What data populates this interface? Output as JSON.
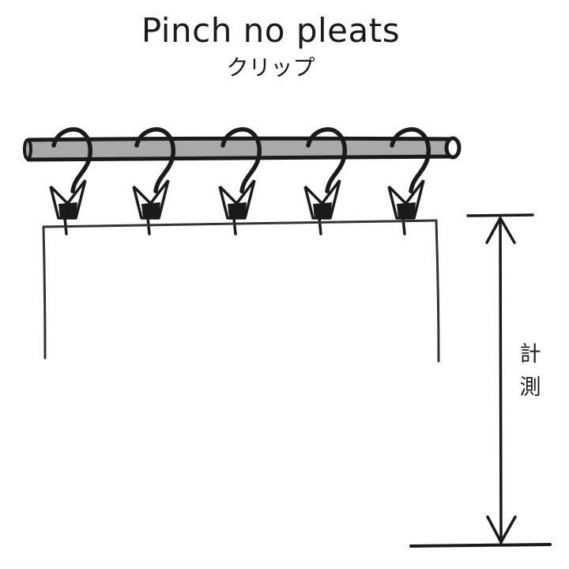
{
  "title": "Pinch no pleats",
  "subtitle": "クリップ",
  "measurement": {
    "label": "計\n測"
  },
  "colors": {
    "ink": "#1a1a1a",
    "rod_fill": "#a9a9a9",
    "paper": "#ffffff"
  },
  "icons": {
    "hook": "s-hook-icon",
    "clip": "pinch-clip-icon",
    "arrow_up": "arrow-up-icon",
    "arrow_down": "arrow-down-icon"
  }
}
